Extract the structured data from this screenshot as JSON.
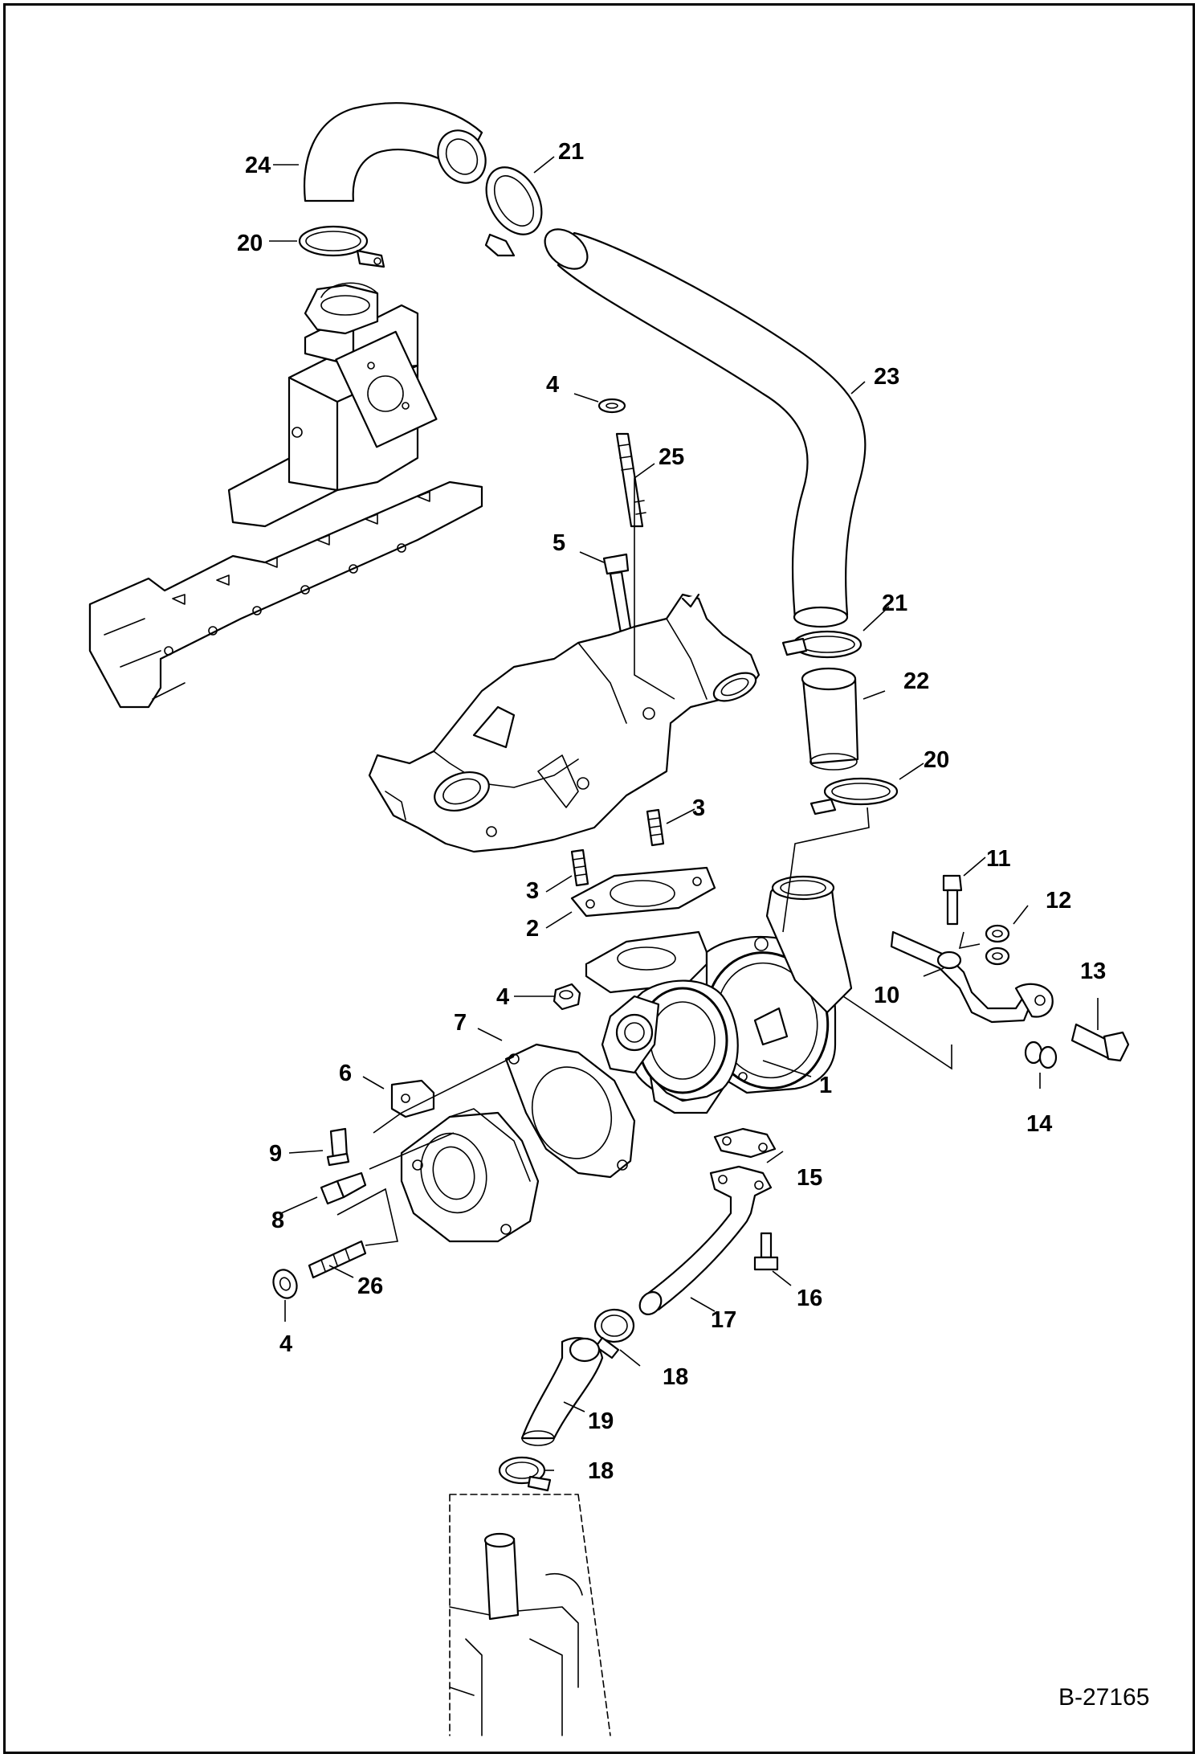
{
  "diagram_ref": "B-27165",
  "callouts": [
    {
      "id": "c24",
      "label": "24"
    },
    {
      "id": "c21a",
      "label": "21"
    },
    {
      "id": "c20a",
      "label": "20"
    },
    {
      "id": "c23",
      "label": "23"
    },
    {
      "id": "c4a",
      "label": "4"
    },
    {
      "id": "c25",
      "label": "25"
    },
    {
      "id": "c5",
      "label": "5"
    },
    {
      "id": "c21b",
      "label": "21"
    },
    {
      "id": "c22",
      "label": "22"
    },
    {
      "id": "c20b",
      "label": "20"
    },
    {
      "id": "c3a",
      "label": "3"
    },
    {
      "id": "c3b",
      "label": "3"
    },
    {
      "id": "c2",
      "label": "2"
    },
    {
      "id": "c11",
      "label": "11"
    },
    {
      "id": "c12",
      "label": "12"
    },
    {
      "id": "c13",
      "label": "13"
    },
    {
      "id": "c10",
      "label": "10"
    },
    {
      "id": "c4b",
      "label": "4"
    },
    {
      "id": "c7",
      "label": "7"
    },
    {
      "id": "c1",
      "label": "1"
    },
    {
      "id": "c14",
      "label": "14"
    },
    {
      "id": "c6",
      "label": "6"
    },
    {
      "id": "c9",
      "label": "9"
    },
    {
      "id": "c15",
      "label": "15"
    },
    {
      "id": "c8",
      "label": "8"
    },
    {
      "id": "c26",
      "label": "26"
    },
    {
      "id": "c16",
      "label": "16"
    },
    {
      "id": "c4c",
      "label": "4"
    },
    {
      "id": "c17",
      "label": "17"
    },
    {
      "id": "c18a",
      "label": "18"
    },
    {
      "id": "c19",
      "label": "19"
    },
    {
      "id": "c18b",
      "label": "18"
    }
  ]
}
